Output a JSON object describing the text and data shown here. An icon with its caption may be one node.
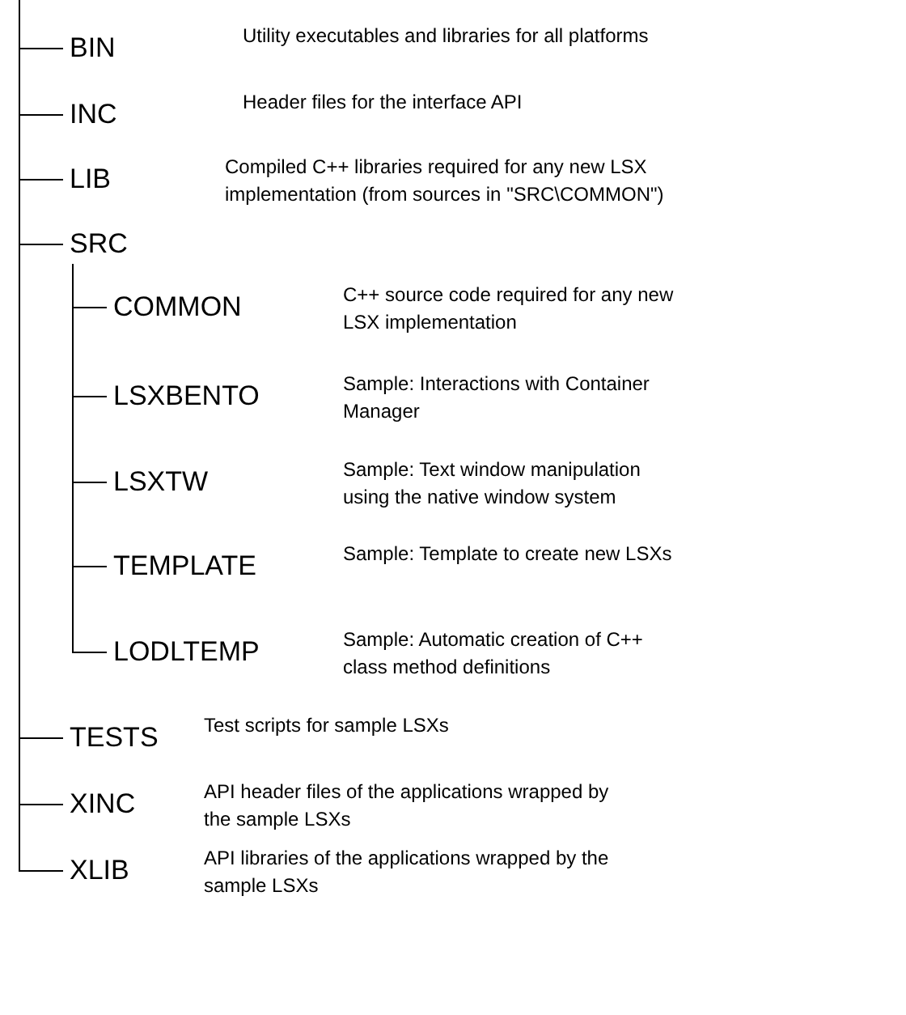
{
  "diagram": {
    "nodes": [
      {
        "text": [
          "BIN"
        ],
        "beside": [
          "Utility executables and libraries for all platforms"
        ]
      },
      {
        "text": [
          "INC"
        ],
        "beside": [
          "Header files for the interface API"
        ]
      },
      {
        "text": [
          "LIB"
        ],
        "beside": [
          "Compiled C++ libraries required for any new LSX implementation (from sources in \"SRC\\COMMON\")"
        ]
      },
      {
        "text": [
          "SRC"
        ]
      },
      {
        "text": [
          "COMMON"
        ],
        "beside": [
          "C++ source code required for any new LSX implementation"
        ]
      },
      {
        "text": [
          "LSXBENTO"
        ],
        "beside": [
          "Sample: Interactions with Container Manager"
        ]
      },
      {
        "text": [
          "LSXTW"
        ],
        "beside": [
          "Sample: Text window manipulation using the native window system"
        ]
      },
      {
        "text": [
          "TEMPLATE"
        ],
        "beside": [
          "Sample: Template to create new LSXs"
        ]
      },
      {
        "text": [
          "LODLTEMP"
        ],
        "beside": [
          "Sample: Automatic creation of C++ class method definitions"
        ]
      },
      {
        "text": [
          "TESTS"
        ],
        "beside": [
          "Test scripts for sample LSXs"
        ]
      },
      {
        "text": [
          "XINC"
        ],
        "beside": [
          "API header files of the applications wrapped by the sample LSXs"
        ]
      },
      {
        "text": [
          "XLIB"
        ],
        "beside": [
          "API libraries of the applications wrapped by the sample LSXs"
        ]
      }
    ],
    "edges": [
      {
        "from": null,
        "to": 0,
        "arrow": "none"
      },
      {
        "from": null,
        "to": 1,
        "arrow": "none"
      },
      {
        "from": null,
        "to": 2,
        "arrow": "none"
      },
      {
        "from": null,
        "to": 3,
        "arrow": "none"
      },
      {
        "from": 3,
        "to": 4,
        "arrow": "none"
      },
      {
        "from": 3,
        "to": 5,
        "arrow": "none"
      },
      {
        "from": 3,
        "to": 6,
        "arrow": "none"
      },
      {
        "from": 3,
        "to": 7,
        "arrow": "none"
      },
      {
        "from": 3,
        "to": 8,
        "arrow": "none"
      },
      {
        "from": null,
        "to": 9,
        "arrow": "none"
      },
      {
        "from": null,
        "to": 10,
        "arrow": "none"
      },
      {
        "from": null,
        "to": 11,
        "arrow": "none"
      }
    ]
  }
}
